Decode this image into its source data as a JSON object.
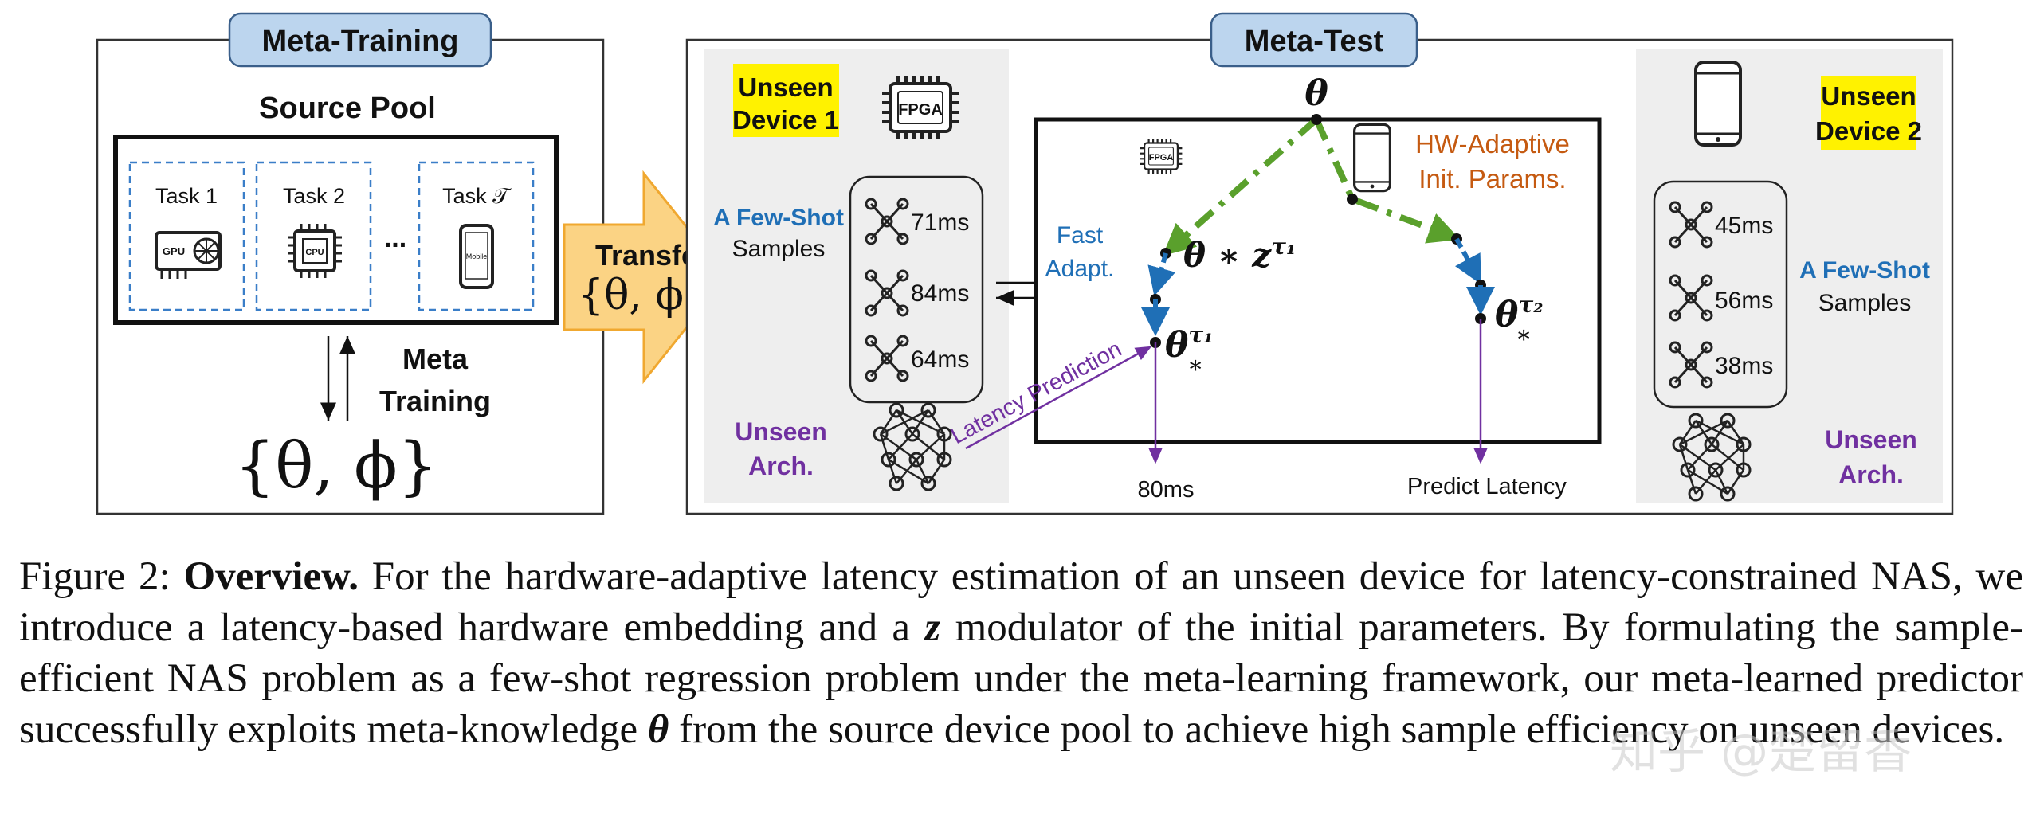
{
  "meta_training": {
    "title": "Meta-Training",
    "source_pool": "Source Pool",
    "tasks": [
      "Task 1",
      "Task 2",
      "Task 𝒯"
    ],
    "ellipsis": "...",
    "chip_labels": {
      "gpu": "GPU",
      "cpu": "CPU",
      "mobile": "Mobile"
    },
    "meta_training_label": [
      "Meta",
      "Training"
    ],
    "params": "{θ, ϕ}"
  },
  "transfer": {
    "label": "Transfer",
    "params": "{θ, ϕ}"
  },
  "meta_test": {
    "title": "Meta-Test",
    "device1": {
      "label": [
        "Unseen",
        "Device 1"
      ],
      "chip": "FPGA",
      "few_shot": [
        "A Few-Shot",
        "Samples"
      ],
      "latencies": [
        "71ms",
        "84ms",
        "64ms"
      ],
      "arch": [
        "Unseen",
        "Arch."
      ]
    },
    "device2": {
      "label": [
        "Unseen",
        "Device 2"
      ],
      "few_shot": [
        "A Few-Shot",
        "Samples"
      ],
      "latencies": [
        "45ms",
        "56ms",
        "38ms"
      ],
      "arch": [
        "Unseen",
        "Arch."
      ]
    },
    "center": {
      "theta": "θ",
      "fpga_small": "FPGA",
      "hw_adaptive": [
        "HW-Adaptive",
        "Init. Params."
      ],
      "fast_adapt": [
        "Fast",
        "Adapt."
      ],
      "theta_z": "θ ∗ z",
      "theta_z_sup": "τ₁",
      "theta_star": "θ",
      "theta_star_sup1": "τ₁",
      "theta_star_sup2": "τ₂",
      "star_sub": "∗",
      "latency_prediction": "Latency Prediction",
      "out1": "80ms",
      "out2": "Predict Latency"
    }
  },
  "caption": {
    "prefix": "Figure 2: ",
    "bold": "Overview.",
    "text1": " For the hardware-adaptive latency estimation of an unseen device for latency-constrained NAS, we introduce a latency-based hardware embedding and a ",
    "z": "z",
    "text2": " modulator of the initial parameters.  By formulating the sample-efficient NAS problem as a few-shot regression problem under the meta-learning framework, our meta-learned predictor successfully exploits meta-knowledge ",
    "theta": "θ",
    "text3": " from the source device pool to achieve high sample efficiency on unseen devices."
  },
  "watermark": "知乎 @楚留香",
  "colors": {
    "title_box": "#bcd5ee",
    "yellow": "#fff200",
    "blue_text": "#1f6fb6",
    "purple": "#7030a0",
    "orange": "#c55a11",
    "green": "#5aa02c",
    "gray_panel": "#eeeeee",
    "arrow_fill": "#fbd384",
    "arrow_stroke": "#f0a830"
  }
}
